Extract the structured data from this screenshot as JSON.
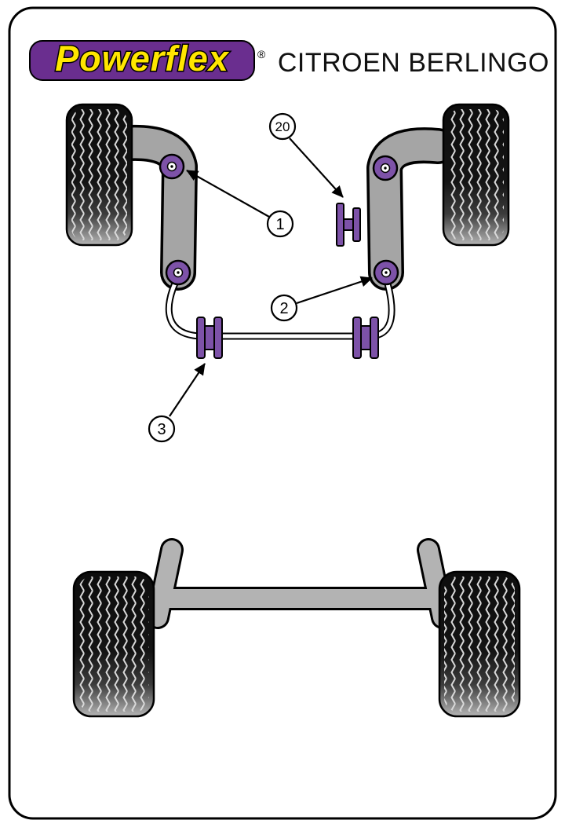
{
  "header": {
    "brand": "Powerflex",
    "registered_mark": "®",
    "title": "CITROEN BERLINGO"
  },
  "callouts": {
    "c1": {
      "label": "1"
    },
    "c2": {
      "label": "2"
    },
    "c3": {
      "label": "3"
    },
    "c20": {
      "label": "20"
    }
  },
  "colors": {
    "logo_purple": "#6a2e8f",
    "logo_yellow": "#ffe600",
    "bushing_purple": "#7d52a8",
    "arm_gray": "#a5a5a5",
    "axle_gray": "#b3b3b3"
  }
}
